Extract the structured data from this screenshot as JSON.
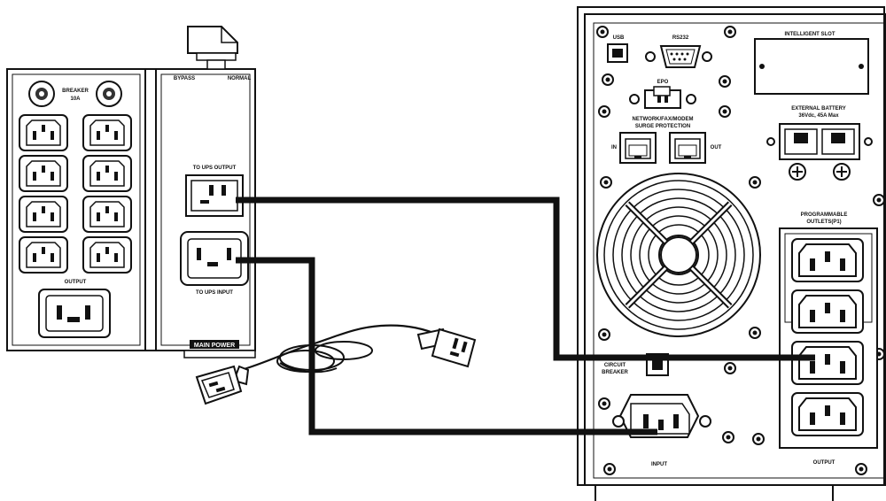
{
  "bypass_unit": {
    "breaker_label_line1": "BREAKER",
    "breaker_label_line2": "10A",
    "output_label": "OUTPUT",
    "switch_left": "BYPASS",
    "switch_right": "NORMAL",
    "to_ups_output": "TO UPS OUTPUT",
    "to_ups_input": "TO UPS INPUT",
    "main_power": "MAIN POWER"
  },
  "ups": {
    "usb": "USB",
    "rs232": "RS232",
    "intelligent_slot": "INTELLIGENT SLOT",
    "epo": "EPO",
    "network_line1": "NETWORK/FAX/MODEM",
    "network_line2": "SURGE PROTECTION",
    "in": "IN",
    "out": "OUT",
    "ext_battery_line1": "EXTERNAL BATTERY",
    "ext_battery_line2": "36Vdc, 45A Max",
    "programmable_line1": "PROGRAMMABLE",
    "programmable_line2": "OUTLETS(P1)",
    "circuit_line1": "CIRCUIT",
    "circuit_line2": "BREAKER",
    "input": "INPUT",
    "output": "OUTPUT"
  }
}
